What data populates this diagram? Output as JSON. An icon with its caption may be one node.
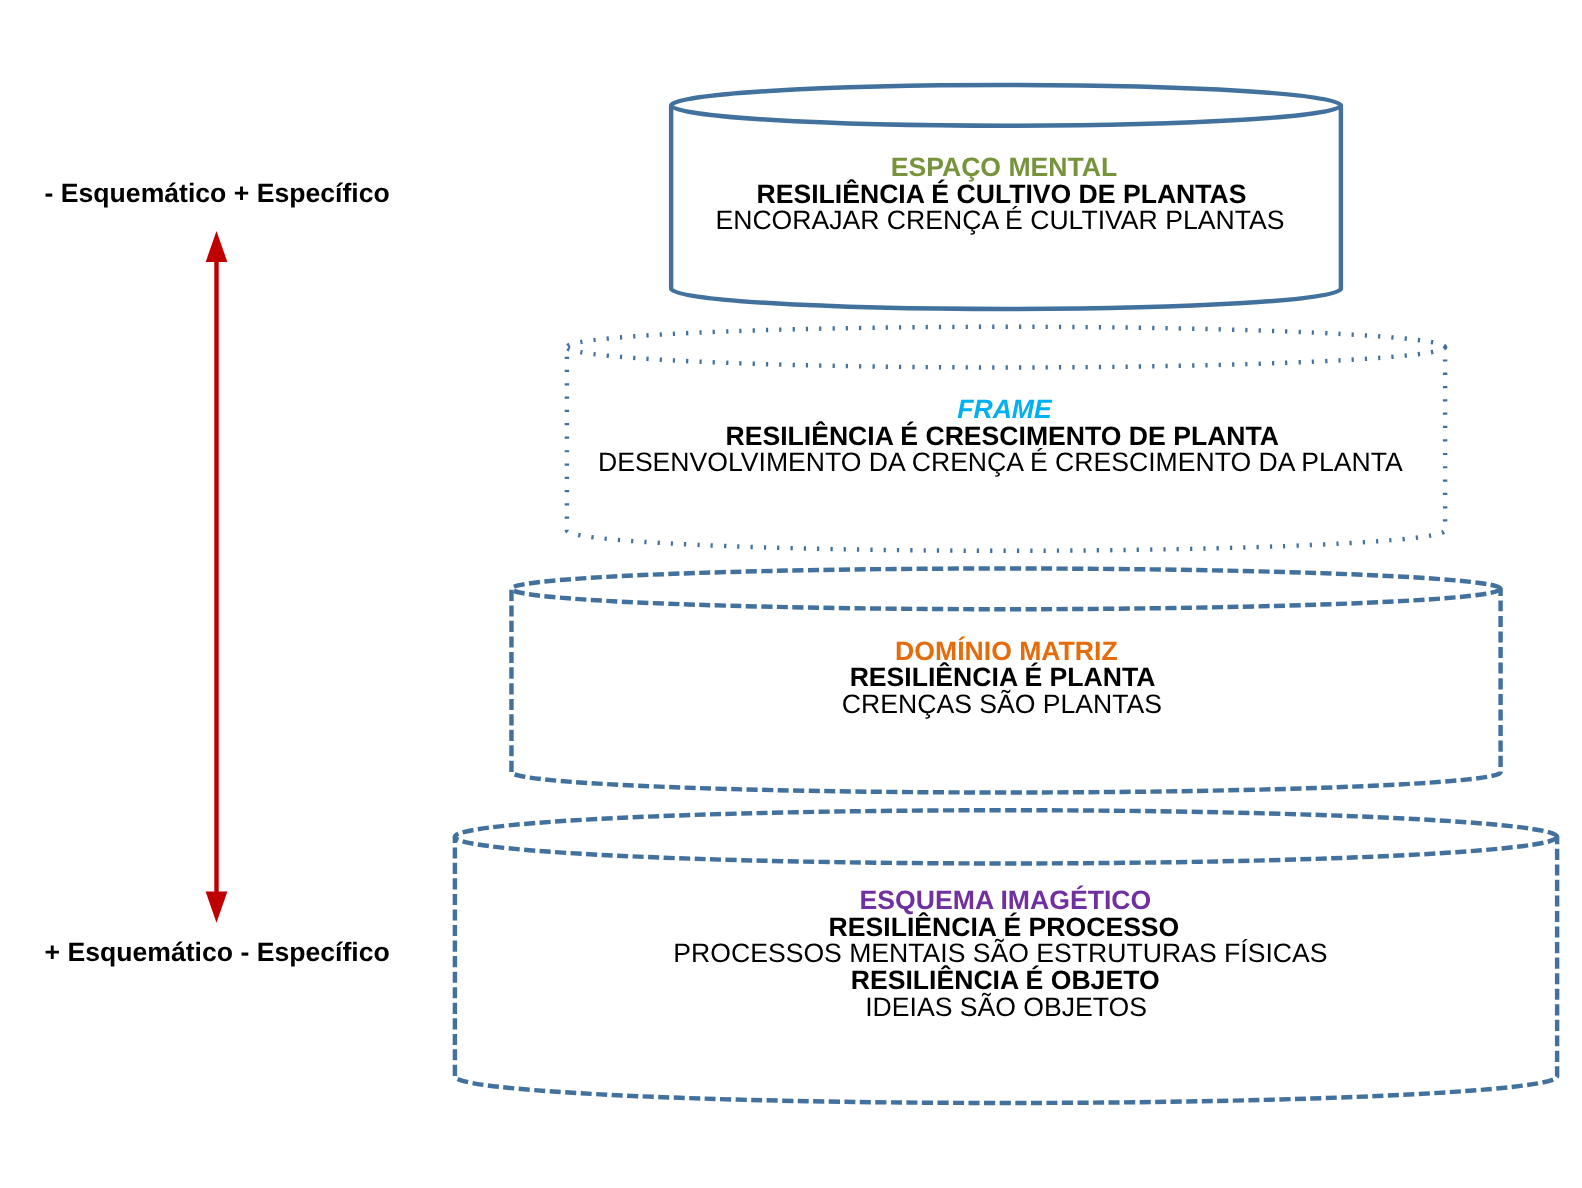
{
  "diagram": {
    "nodes": [
      {
        "text": [
          "- Esquemático + Específico"
        ]
      },
      {
        "text": [
          "+ Esquemático - Específico"
        ]
      },
      {
        "text": [
          "ESPAÇO MENTAL",
          "RESILIÊNCIA É CULTIVO DE PLANTAS",
          "ENCORAJAR CRENÇA É CULTIVAR PLANTAS"
        ]
      },
      {
        "text": [
          "FRAME",
          "RESILIÊNCIA É CRESCIMENTO DE PLANTA",
          "DESENVOLVIMENTO DA CRENÇA É CRESCIMENTO DA PLANTA"
        ]
      },
      {
        "text": [
          "DOMÍNIO MATRIZ",
          "RESILIÊNCIA É PLANTA",
          "CRENÇAS SÃO PLANTAS"
        ]
      },
      {
        "text": [
          "ESQUEMA IMAGÉTICO",
          "RESILIÊNCIA É PROCESSO",
          "PROCESSOS MENTAIS SÃO ESTRUTURAS FÍSICAS",
          "RESILIÊNCIA É OBJETO",
          "IDEIAS SÃO OBJETOS"
        ]
      }
    ],
    "edges": [
      {
        "from": 0,
        "to": 1,
        "arrow": "both",
        "color": "#c00000"
      }
    ]
  }
}
